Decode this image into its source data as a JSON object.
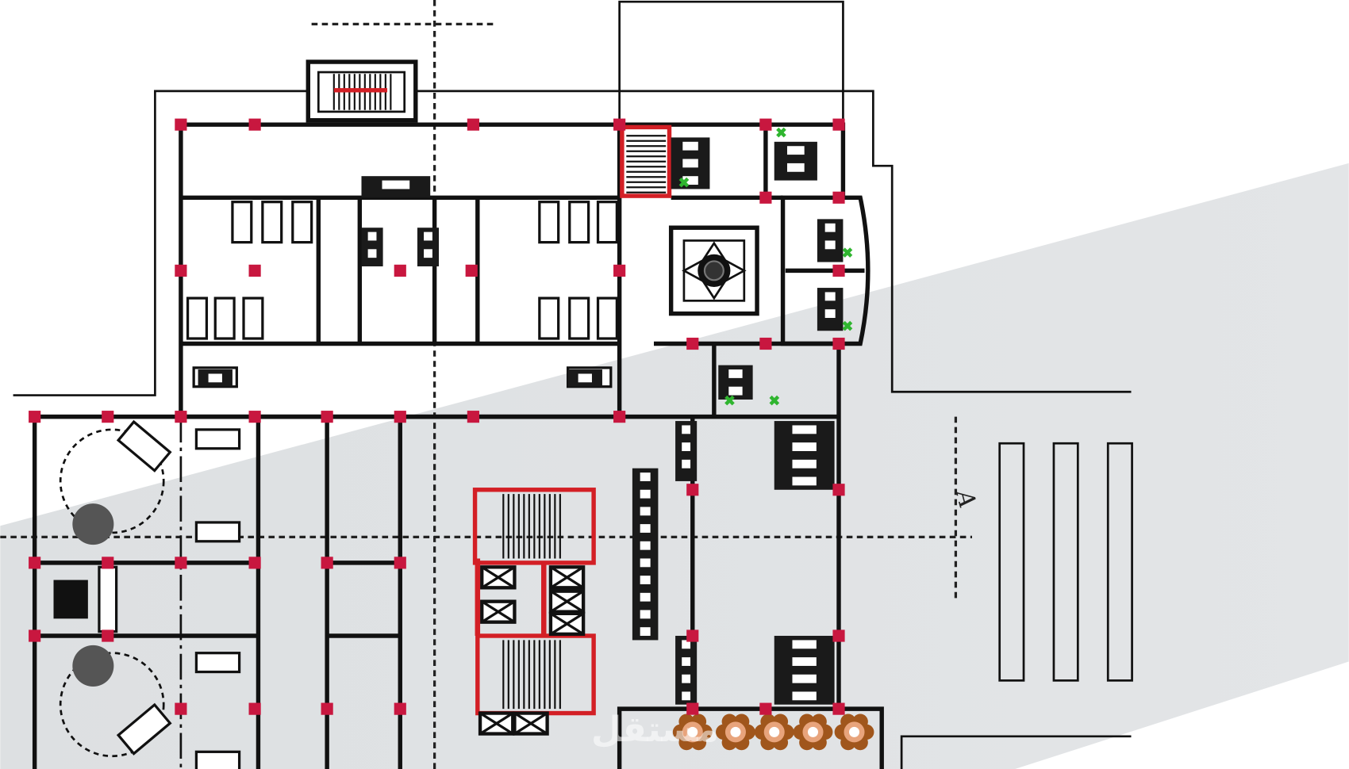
{
  "drawing": {
    "title": "Floor plan",
    "section_marker": "A",
    "watermark": "مستقل"
  },
  "colors": {
    "wall": "#111111",
    "column": "#c8173f",
    "stair_accent": "#d31f25",
    "planter": "#a0561c",
    "plant_marker": "#2fb52f",
    "background_band": "#dfe1e3"
  }
}
